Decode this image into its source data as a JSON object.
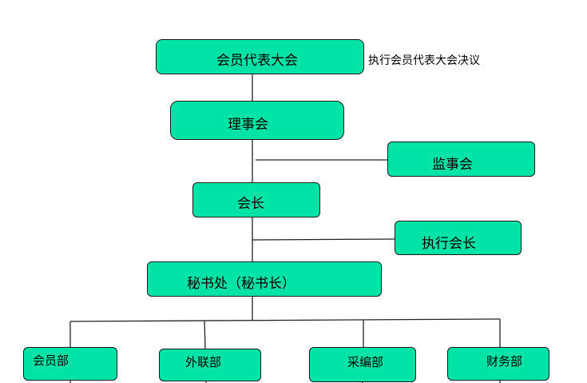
{
  "nodes": {
    "assembly": "会员代表大会",
    "council": "理事会",
    "supervisory": "监事会",
    "president": "会长",
    "executive_president": "执行会长",
    "secretariat": "秘书处（秘书长）",
    "member_dept": "会员部",
    "liaison_dept": "外联部",
    "editorial_dept": "采编部",
    "finance_dept": "财务部"
  },
  "notes": {
    "assembly_note": "执行会员代表大会决议"
  },
  "colors": {
    "box_fill": "#00e3a6",
    "line": "#222222",
    "background": "#ffffff"
  }
}
